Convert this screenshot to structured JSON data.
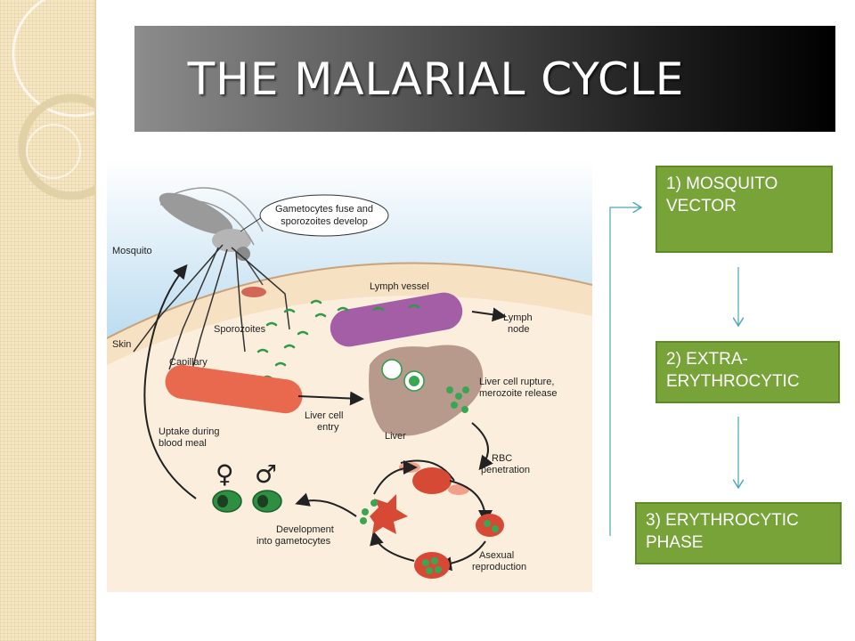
{
  "title": "THE MALARIAL CYCLE",
  "steps": [
    {
      "label": "1) MOSQUITO VECTOR"
    },
    {
      "label": "2) EXTRA-ERYTHROCYTIC"
    },
    {
      "label": "3) ERYTHROCYTIC PHASE"
    }
  ],
  "diagram": {
    "labels": {
      "mosquito": "Mosquito",
      "skin": "Skin",
      "gametocytes_fuse_1": "Gametocytes fuse and",
      "gametocytes_fuse_2": "sporozoites develop",
      "lymph_vessel": "Lymph vessel",
      "lymph_node_1": "Lymph",
      "lymph_node_2": "node",
      "sporozoites": "Sporozoites",
      "capillary": "Capillary",
      "liver_rupture_1": "Liver cell rupture,",
      "liver_rupture_2": "merozoite release",
      "liver_entry_1": "Liver cell",
      "liver_entry_2": "entry",
      "liver": "Liver",
      "uptake_1": "Uptake during",
      "uptake_2": "blood meal",
      "rbc_1": "RBC",
      "rbc_2": "penetration",
      "female_symbol": "♀",
      "male_symbol": "♂",
      "development_1": "Development",
      "development_2": "into gametocytes",
      "asexual_1": "Asexual",
      "asexual_2": "reproduction"
    }
  },
  "colors": {
    "step_box": "#77a338",
    "flow_arrow": "#4aa6b5"
  }
}
